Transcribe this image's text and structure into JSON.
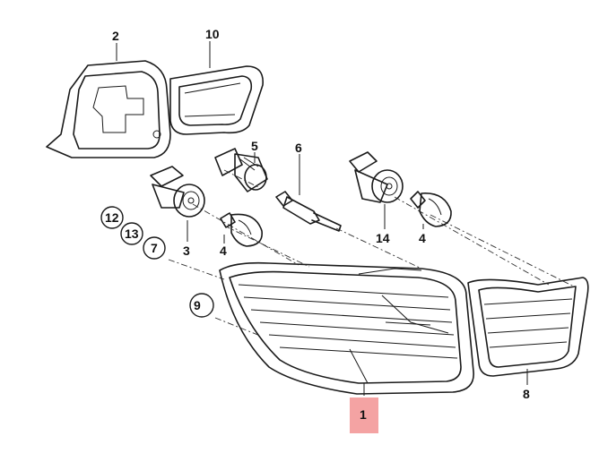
{
  "diagram": {
    "highlight_color": "#f4a3a3",
    "parts": [
      {
        "id": "p1",
        "label": "1",
        "highlighted": true
      },
      {
        "id": "p2",
        "label": "2"
      },
      {
        "id": "p3",
        "label": "3"
      },
      {
        "id": "p4a",
        "label": "4"
      },
      {
        "id": "p4b",
        "label": "4"
      },
      {
        "id": "p5",
        "label": "5"
      },
      {
        "id": "p6",
        "label": "6"
      },
      {
        "id": "p7",
        "label": "7",
        "circled": true
      },
      {
        "id": "p8",
        "label": "8"
      },
      {
        "id": "p9",
        "label": "9"
      },
      {
        "id": "p10",
        "label": "10",
        "circled": true
      },
      {
        "id": "p12",
        "label": "12",
        "circled": true
      },
      {
        "id": "p13",
        "label": "13",
        "circled": true
      },
      {
        "id": "p14",
        "label": "14"
      }
    ]
  }
}
